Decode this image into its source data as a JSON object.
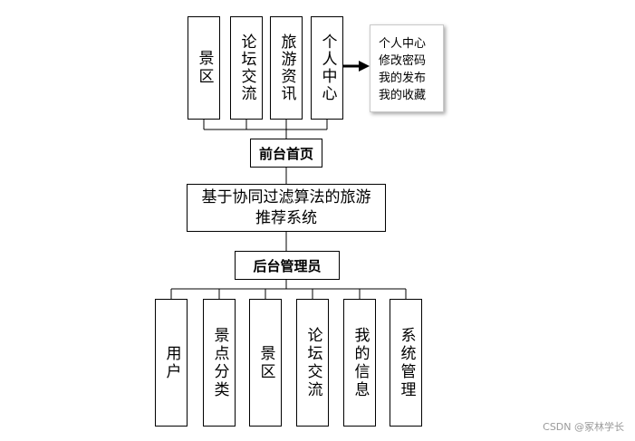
{
  "top": {
    "modules": [
      {
        "label": "景区"
      },
      {
        "label": "论坛交流"
      },
      {
        "label": "旅游资讯"
      },
      {
        "label": "个人中心"
      }
    ],
    "hub_label": "前台首页",
    "personal_center_details": [
      "个人中心",
      "修改密码",
      "我的发布",
      "我的收藏"
    ]
  },
  "root_label": "基于协同过滤算法的旅游推荐系统",
  "bottom": {
    "hub_label": "后台管理员",
    "modules": [
      {
        "label": "用户"
      },
      {
        "label": "景点分类"
      },
      {
        "label": "景区"
      },
      {
        "label": "论坛交流"
      },
      {
        "label": "我的信息"
      },
      {
        "label": "系统管理"
      }
    ]
  },
  "watermark": "CSDN @冢林学长",
  "colors": {
    "line": "#000000",
    "box_border": "#000000",
    "note_border": "#c9c9c9",
    "watermark": "#9a9a9a"
  }
}
